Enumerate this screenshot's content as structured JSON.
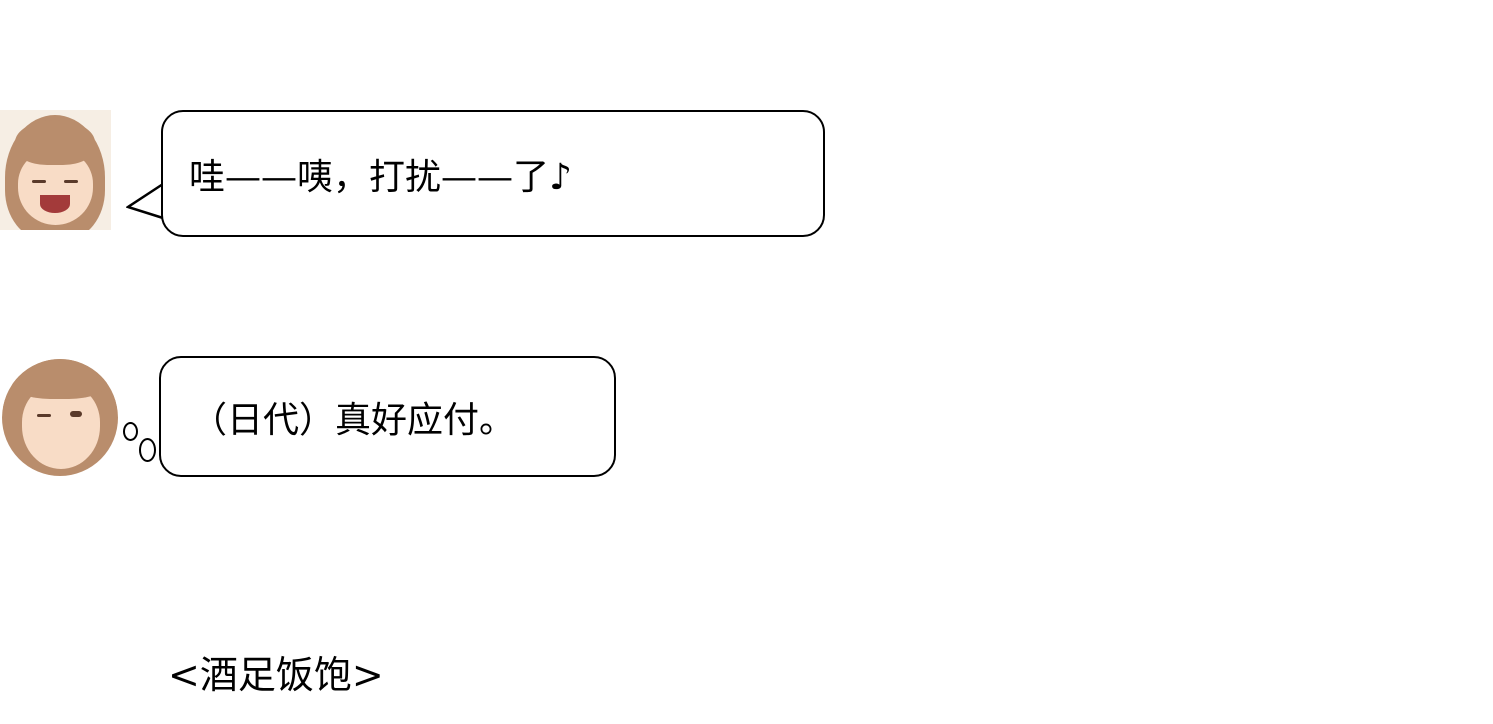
{
  "messages": [
    {
      "speaker_avatar": "laughing-girl-avatar",
      "type": "speech",
      "text": "哇——咦，打扰——了♪"
    },
    {
      "speaker_avatar": "winking-girl-avatar",
      "type": "thought",
      "text": "（日代）真好应付。"
    }
  ],
  "caption": "<酒足饭饱>"
}
